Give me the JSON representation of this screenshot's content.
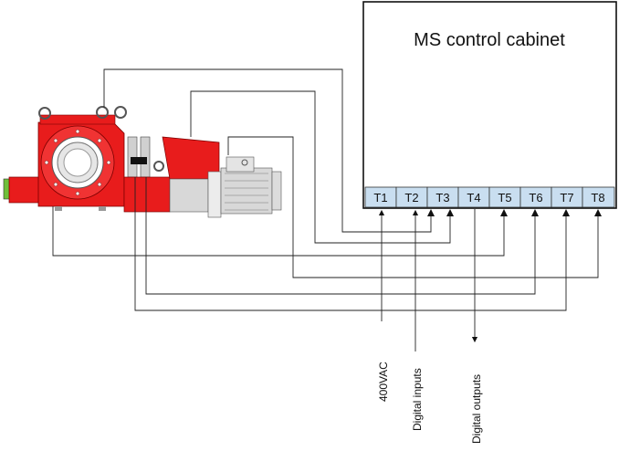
{
  "cabinet": {
    "title": "MS control cabinet",
    "terminal_fill": "#c9def0",
    "terminals": [
      "T1",
      "T2",
      "T3",
      "T4",
      "T5",
      "T6",
      "T7",
      "T8"
    ]
  },
  "signals": {
    "supply": "400VAC",
    "inputs": "Digital inputs",
    "outputs": "Digital outputs"
  },
  "colors": {
    "machine_red": "#e81c1c",
    "motor_grey": "#d8d8d8",
    "wire": "#222222"
  }
}
